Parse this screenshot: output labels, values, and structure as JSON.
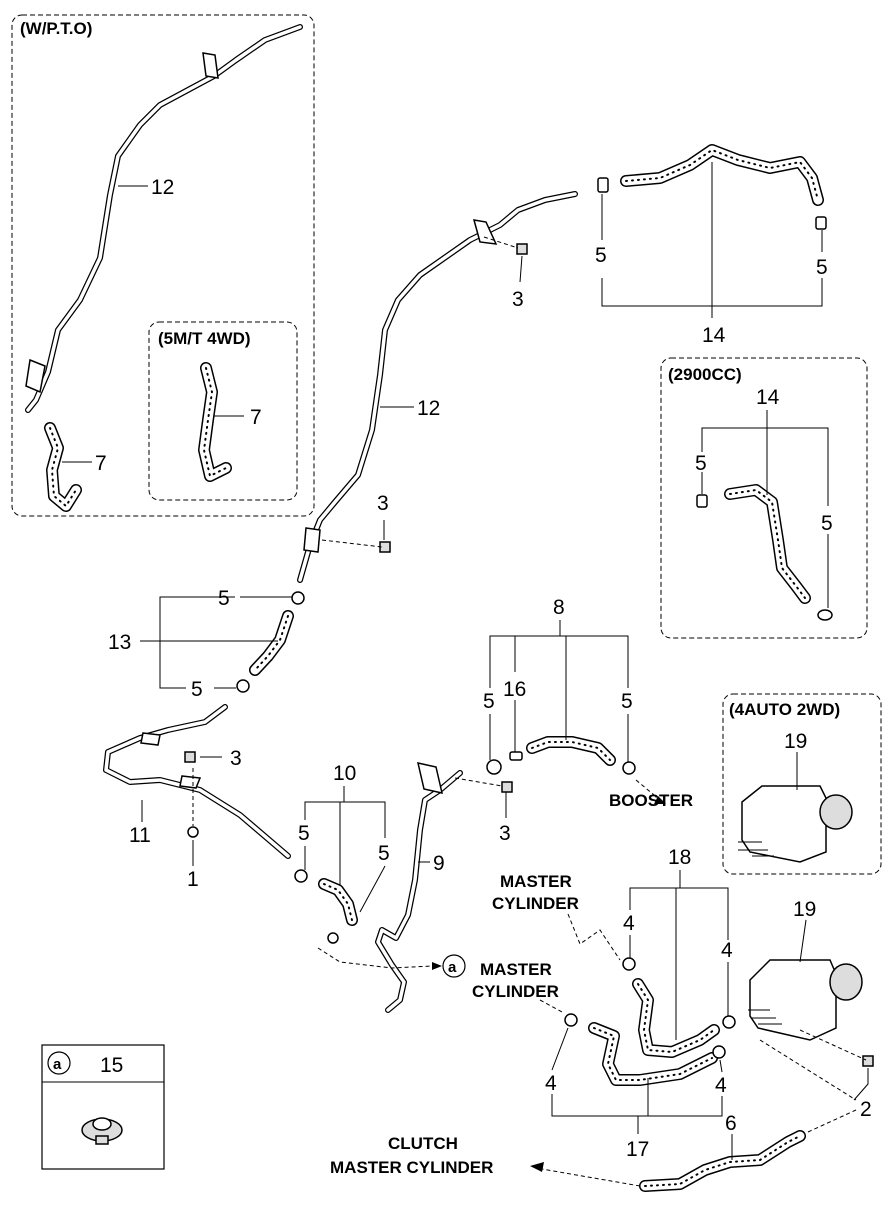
{
  "boxes": {
    "wpto": "(W/P.T.O)",
    "mt4wd": "(5M/T 4WD)",
    "cc2900": "(2900CC)",
    "auto2wd": "(4AUTO 2WD)"
  },
  "labels": {
    "booster": "BOOSTER",
    "master_cyl_1a": "MASTER",
    "master_cyl_1b": "CYLINDER",
    "master_cyl_2a": "MASTER",
    "master_cyl_2b": "CYLINDER",
    "clutch_a": "CLUTCH",
    "clutch_b": "MASTER CYLINDER"
  },
  "ref": {
    "marker": "a",
    "legend_num": "15"
  },
  "callouts": {
    "n12_top": "12",
    "n7_top": "7",
    "n7_inner": "7",
    "n12_mid": "12",
    "n3_a": "3",
    "n3_b": "3",
    "n5_a": "5",
    "n5_b": "5",
    "n14_top": "14",
    "n14_box": "14",
    "n5_box_l": "5",
    "n5_box_r": "5",
    "n13": "13",
    "n5_13a": "5",
    "n5_13b": "5",
    "n8": "8",
    "n5_8a": "5",
    "n16": "16",
    "n5_8b": "5",
    "n19_box": "19",
    "n3_c": "3",
    "n11": "11",
    "n1": "1",
    "n10": "10",
    "n5_10a": "5",
    "n5_10b": "5",
    "n3_d": "3",
    "n9": "9",
    "n18": "18",
    "n4_a": "4",
    "n4_b": "4",
    "n19": "19",
    "n4_c": "4",
    "n4_d": "4",
    "n17": "17",
    "n6": "6",
    "n2": "2"
  }
}
